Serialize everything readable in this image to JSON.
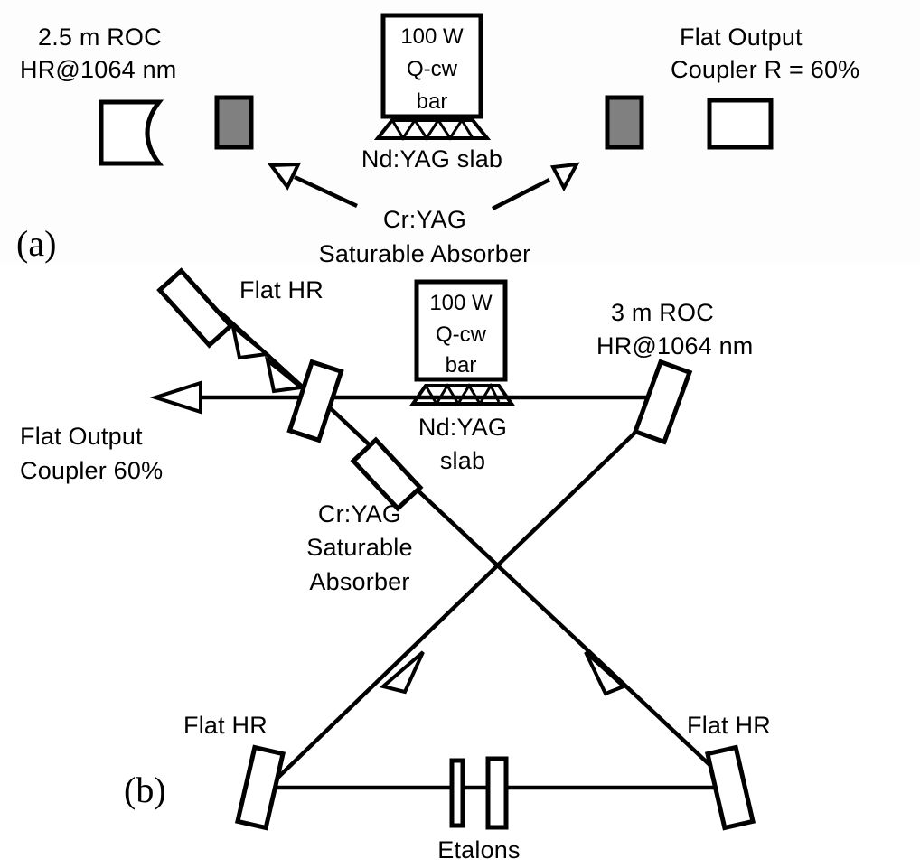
{
  "figure": {
    "title": "Laser resonator cavity schematics",
    "background_color": "#ffffff",
    "line_color": "#000000",
    "mirror_block_fill": "#808080"
  },
  "panel_a": {
    "label": "(a)",
    "left_mirror": {
      "line1": "2.5 m ROC",
      "line2": "HR@1064 nm",
      "shape": "concave-mirror"
    },
    "right_mirror": {
      "line1": "Flat  Output",
      "line2": "Coupler R = 60%",
      "shape": "flat-output-coupler"
    },
    "pump": {
      "line1": "100  W",
      "line2": "Q-cw",
      "line3": "bar"
    },
    "gain_medium": {
      "label": "Nd:YAG slab"
    },
    "absorber": {
      "line1": "Cr:YAG",
      "line2": "Saturable Absorber"
    }
  },
  "panel_b": {
    "label": "(b)",
    "pump": {
      "line1": "100  W",
      "line2": "Q-cw",
      "line3": "bar"
    },
    "gain_medium": {
      "line1": "Nd:YAG",
      "line2": "slab"
    },
    "top_left_mirror": {
      "label": "Flat HR"
    },
    "output_coupler": {
      "line1": "Flat  Output",
      "line2": "Coupler 60%"
    },
    "curved_mirror": {
      "line1": "3 m ROC",
      "line2": "HR@1064 nm"
    },
    "absorber": {
      "line1": "Cr:YAG",
      "line2": "Saturable",
      "line3": "Absorber"
    },
    "bottom_left_mirror": {
      "label": "Flat HR"
    },
    "bottom_right_mirror": {
      "label": "Flat HR"
    },
    "etalons": {
      "label": "Etalons",
      "count": 2
    }
  }
}
